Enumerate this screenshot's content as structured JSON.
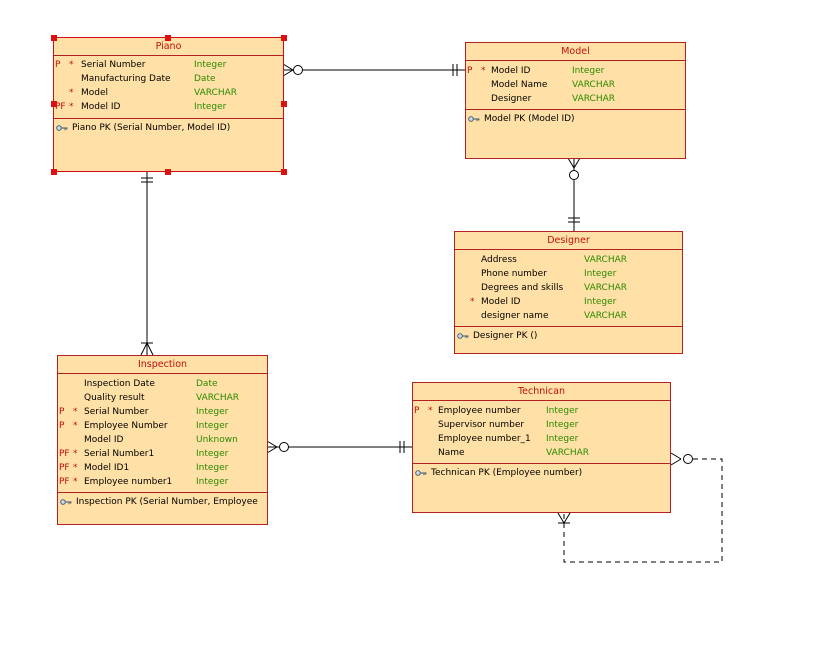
{
  "colors": {
    "entity_fill": "#ffe0a6",
    "entity_border": "#b52020",
    "title_text": "#c01010",
    "type_text": "#2a8a00",
    "connector": "#000000"
  },
  "entities": {
    "piano": {
      "title": "Piano",
      "attributes": [
        {
          "key": "P",
          "mandatory": "*",
          "name": "Serial Number",
          "type": "Integer"
        },
        {
          "key": "",
          "mandatory": "",
          "name": "Manufacturing Date",
          "type": "Date"
        },
        {
          "key": "",
          "mandatory": "*",
          "name": "Model",
          "type": "VARCHAR"
        },
        {
          "key": "PF",
          "mandatory": "*",
          "name": "Model ID",
          "type": "Integer"
        }
      ],
      "keys": [
        "Piano PK (Serial Number, Model ID)"
      ]
    },
    "model": {
      "title": "Model",
      "attributes": [
        {
          "key": "P",
          "mandatory": "*",
          "name": "Model ID",
          "type": "Integer"
        },
        {
          "key": "",
          "mandatory": "",
          "name": "Model Name",
          "type": "VARCHAR"
        },
        {
          "key": "",
          "mandatory": "",
          "name": "Designer",
          "type": "VARCHAR"
        }
      ],
      "keys": [
        "Model PK (Model ID)"
      ]
    },
    "designer": {
      "title": "Designer",
      "attributes": [
        {
          "key": "",
          "mandatory": "",
          "name": "Address",
          "type": "VARCHAR"
        },
        {
          "key": "",
          "mandatory": "",
          "name": "Phone number",
          "type": "Integer"
        },
        {
          "key": "",
          "mandatory": "",
          "name": "Degrees and skills",
          "type": "VARCHAR"
        },
        {
          "key": "",
          "mandatory": "*",
          "name": "Model ID",
          "type": "Integer"
        },
        {
          "key": "",
          "mandatory": "",
          "name": "designer name",
          "type": "VARCHAR"
        }
      ],
      "keys": [
        "Designer PK ()"
      ]
    },
    "inspection": {
      "title": "Inspection",
      "attributes": [
        {
          "key": "",
          "mandatory": "",
          "name": "Inspection Date",
          "type": "Date"
        },
        {
          "key": "",
          "mandatory": "",
          "name": "Quality result",
          "type": "VARCHAR"
        },
        {
          "key": "P",
          "mandatory": "*",
          "name": "Serial Number",
          "type": "Integer"
        },
        {
          "key": "P",
          "mandatory": "*",
          "name": "Employee Number",
          "type": "Integer"
        },
        {
          "key": "",
          "mandatory": "",
          "name": "Model ID",
          "type": "Unknown"
        },
        {
          "key": "PF",
          "mandatory": "*",
          "name": "Serial Number1",
          "type": "Integer"
        },
        {
          "key": "PF",
          "mandatory": "*",
          "name": "Model ID1",
          "type": "Integer"
        },
        {
          "key": "PF",
          "mandatory": "*",
          "name": "Employee number1",
          "type": "Integer"
        }
      ],
      "keys": [
        "Inspection PK (Serial Number, Employee"
      ]
    },
    "technican": {
      "title": "Technican",
      "attributes": [
        {
          "key": "P",
          "mandatory": "*",
          "name": "Employee number",
          "type": "Integer"
        },
        {
          "key": "",
          "mandatory": "",
          "name": "Supervisor number",
          "type": "Integer"
        },
        {
          "key": "",
          "mandatory": "",
          "name": "Employee number_1",
          "type": "Integer"
        },
        {
          "key": "",
          "mandatory": "",
          "name": "Name",
          "type": "VARCHAR"
        }
      ],
      "keys": [
        "Technican PK (Employee number)"
      ]
    }
  },
  "relationships": [
    {
      "from": "Piano",
      "to": "Model"
    },
    {
      "from": "Designer",
      "to": "Model"
    },
    {
      "from": "Inspection",
      "to": "Piano"
    },
    {
      "from": "Inspection",
      "to": "Technican"
    },
    {
      "from": "Technican",
      "to": "Technican"
    }
  ]
}
